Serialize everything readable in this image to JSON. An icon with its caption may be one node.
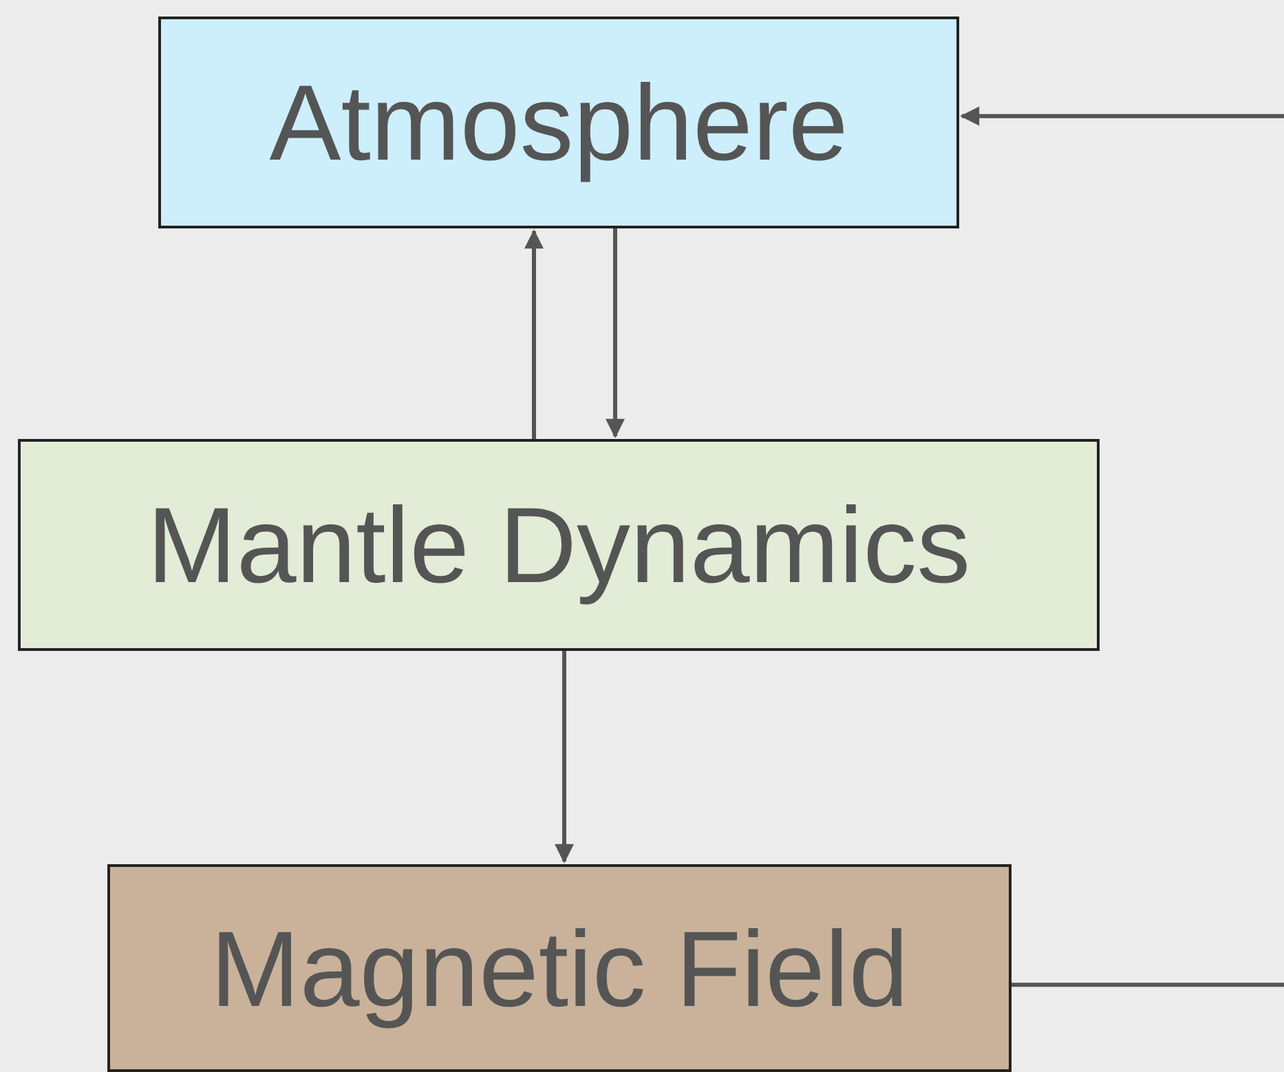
{
  "diagram": {
    "nodes": [
      {
        "text": [
          "Atmosphere"
        ]
      },
      {
        "text": [
          "Mantle Dynamics"
        ]
      },
      {
        "text": [
          "Magnetic Field"
        ]
      }
    ],
    "edges": [
      {
        "from": 1,
        "to": 0,
        "arrow": "to"
      },
      {
        "from": 0,
        "to": 1,
        "arrow": "to"
      },
      {
        "from": 1,
        "to": 2,
        "arrow": "to"
      },
      {
        "from": 2,
        "to": 0,
        "arrow": "to"
      }
    ]
  }
}
